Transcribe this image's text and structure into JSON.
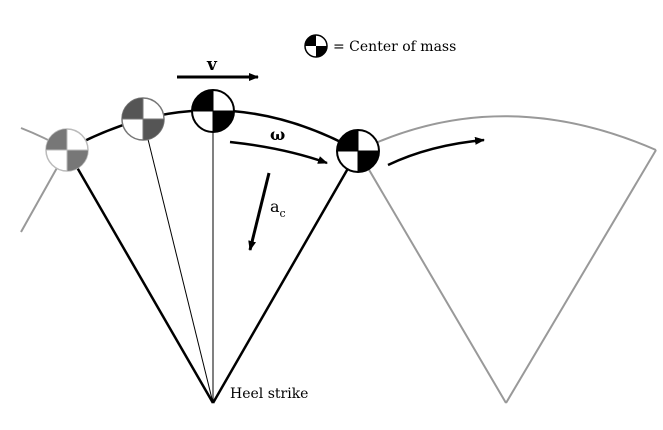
{
  "legend": {
    "symbol": "center-of-mass-icon",
    "label": "= Center of mass"
  },
  "labels": {
    "velocity": "v",
    "angular_velocity": "ω",
    "centripetal_accel_base": "a",
    "centripetal_accel_sub": "c",
    "heel_strike": "Heel strike"
  },
  "colors": {
    "black": "#000000",
    "grey_line": "#999999",
    "dark_grey": "#555555",
    "mid_grey": "#777777",
    "light_grey": "#bbbbbb"
  }
}
